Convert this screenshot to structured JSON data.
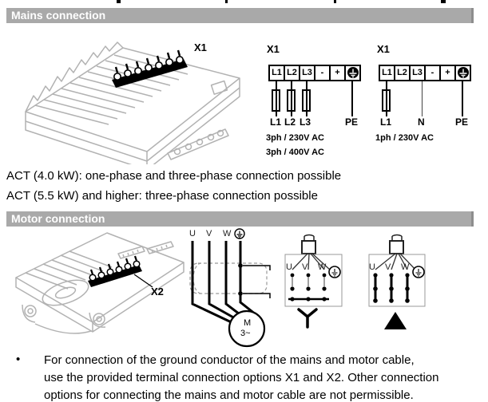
{
  "colors": {
    "header_bg": "#a9a9a9",
    "header_text": "#ffffff",
    "line_art": "#b2b2b2",
    "ink": "#000000"
  },
  "mains": {
    "header": "Mains connection",
    "device_terminal_label": "X1",
    "three_phase": {
      "label": "X1",
      "terminals": [
        "L1",
        "L2",
        "L3",
        "-",
        "+"
      ],
      "wire_labels": [
        "L1",
        "L2",
        "L3"
      ],
      "pe_label": "PE",
      "ratings": [
        "3ph / 230V AC",
        "3ph / 400V AC"
      ]
    },
    "one_phase": {
      "label": "X1",
      "terminals": [
        "L1",
        "L2",
        "L3",
        "-",
        "+"
      ],
      "wire_labels": [
        "L1",
        "N"
      ],
      "pe_label": "PE",
      "ratings": [
        "1ph / 230V AC"
      ]
    },
    "notes": [
      "ACT (4.0 kW): one-phase and three-phase connection possible",
      "ACT (5.5 kW) and higher: three-phase connection possible"
    ]
  },
  "motor": {
    "header": "Motor connection",
    "device_terminal_label": "X2",
    "cable": {
      "phase_labels": [
        "U",
        "V",
        "W"
      ],
      "motor_label": "M",
      "motor_type": "3~"
    },
    "star": {
      "terminal_labels": [
        "U",
        "V",
        "W"
      ]
    },
    "delta": {
      "terminal_labels": [
        "U",
        "V",
        "W"
      ]
    }
  },
  "footer_bullet": {
    "marker": "•",
    "lines": [
      "For connection of the ground conductor of the mains and motor cable,",
      "use the provided terminal connection options X1 and X2. Other connection",
      "options for connecting the mains and motor cable are not permissible."
    ]
  }
}
